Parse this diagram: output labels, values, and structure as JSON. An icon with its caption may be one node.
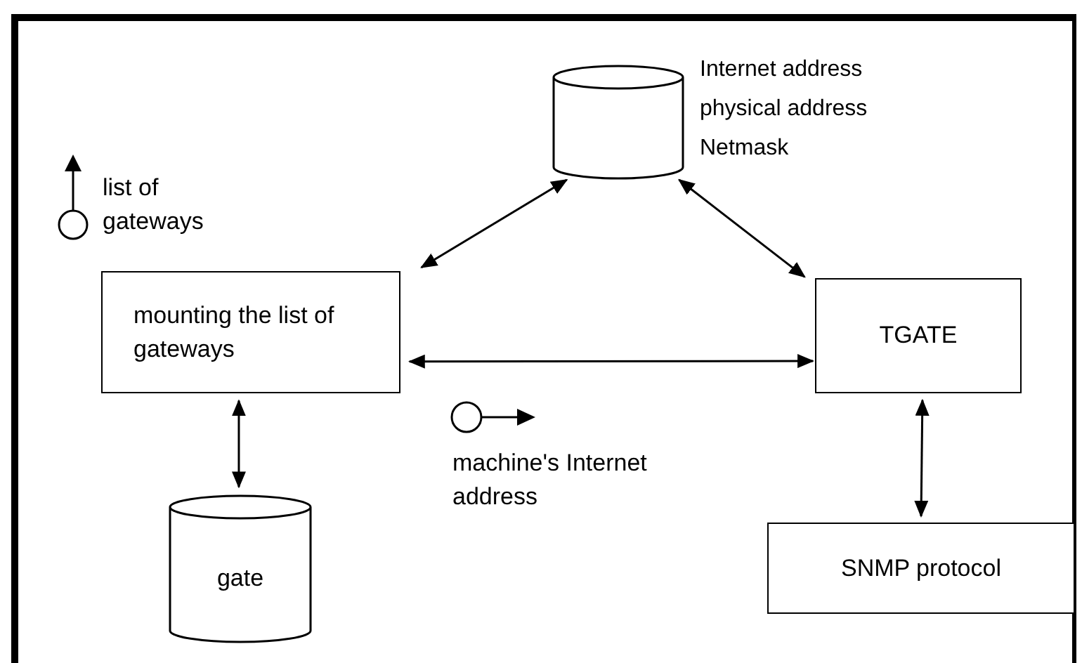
{
  "diagram": {
    "nodes": [
      {
        "text": [],
        "shape": "cylinder",
        "beside": [
          "Internet address",
          "physical address",
          "Netmask"
        ]
      },
      {
        "text": [
          "mounting the list of gateways"
        ]
      },
      {
        "text": [
          "TGATE"
        ]
      },
      {
        "text": [
          "gate"
        ]
      },
      {
        "text": [
          "SNMP protocol"
        ]
      }
    ],
    "edges": [
      {
        "from": 1,
        "to": 0,
        "arrow": "both"
      },
      {
        "from": 0,
        "to": 2,
        "arrow": "both"
      },
      {
        "from": 1,
        "to": 2,
        "arrow": "both"
      },
      {
        "from": 1,
        "to": 3,
        "arrow": "both"
      },
      {
        "from": 2,
        "to": 4,
        "arrow": "both"
      }
    ],
    "labels": [
      "list of gateways",
      "machine's Internet address"
    ]
  }
}
